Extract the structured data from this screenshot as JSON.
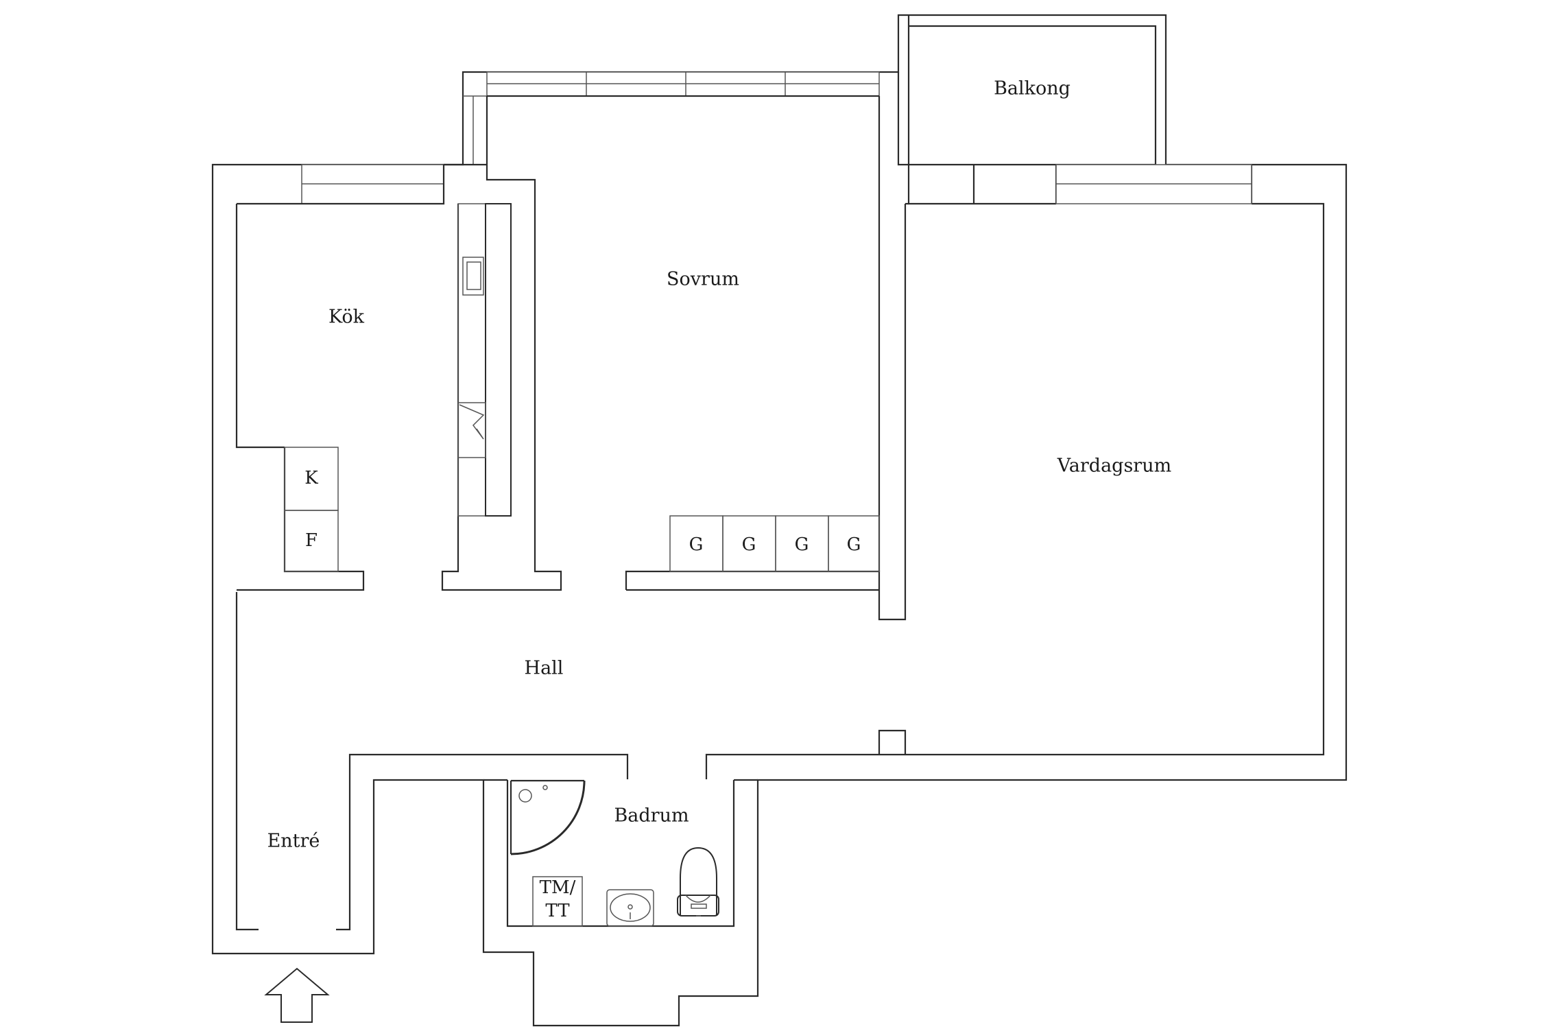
{
  "rooms": {
    "balkong": "Balkong",
    "kok": "Kök",
    "sovrum": "Sovrum",
    "vardagsrum": "Vardagsrum",
    "hall": "Hall",
    "badrum": "Badrum",
    "entre": "Entré"
  },
  "fixtures": {
    "fridge": "K",
    "freezer": "F",
    "wardrobe": "G",
    "washer_line1": "TM/",
    "washer_line2": "TT"
  },
  "icons": [
    "entrance-arrow-icon",
    "sink-icon",
    "toilet-icon",
    "shower-icon",
    "stove-icon"
  ]
}
